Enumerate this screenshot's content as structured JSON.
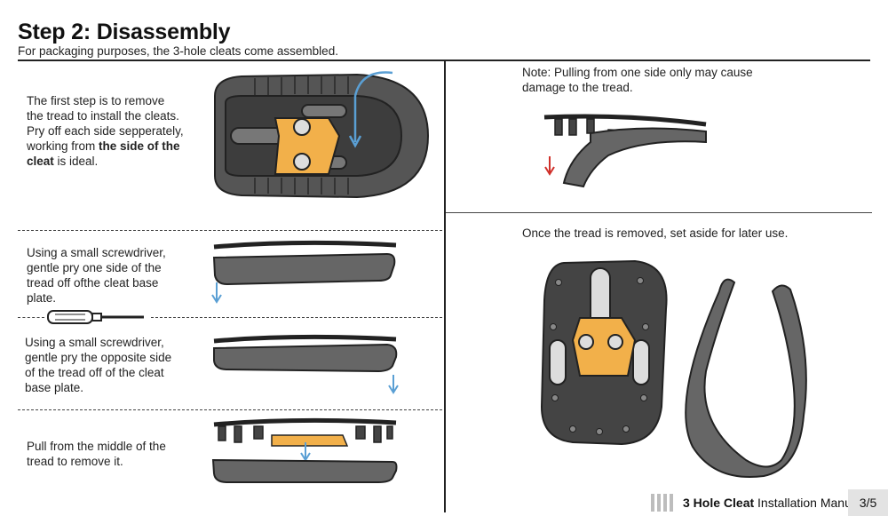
{
  "header": {
    "title": "Step 2: Disassembly",
    "subtitle": "For packaging purposes, the 3-hole cleats come assembled."
  },
  "steps": {
    "step1": {
      "line1": "The first step is to remove",
      "line2": "the tread to install the cleats.",
      "line3": "Pry off each side sepperately,",
      "line4_pre": "working from ",
      "line4_bold": "the side of the",
      "line5_bold": "cleat",
      "line5_post": " is ideal."
    },
    "step2": {
      "line1": "Using a small screwdriver,",
      "line2": "gentle pry one side of the",
      "line3": "tread off ofthe cleat base",
      "line4": "plate."
    },
    "step3": {
      "line1": "Using a small screwdriver,",
      "line2": "gentle pry the opposite side",
      "line3": "of the tread off of the cleat",
      "line4": "base plate."
    },
    "step4": {
      "line1": "Pull from the middle of the",
      "line2": "tread to remove it."
    }
  },
  "right": {
    "note": {
      "line1": "Note: Pulling from one side only may cause",
      "line2": "damage to the tread."
    },
    "final": {
      "line1": "Once the tread is removed, set aside for later use."
    }
  },
  "footer": {
    "label_bold1": "3 Hole Cleat ",
    "label_mid": "I",
    "label_rest": "nstallation Manual",
    "page": "3/5"
  },
  "colors": {
    "cleat": "#f2b04a",
    "tread_dark": "#4a4a4a",
    "tread_mid": "#6a6a6a",
    "arrow_blue": "#5a9fd4",
    "arrow_red": "#d0302a"
  },
  "icons": [
    "screwdriver-icon",
    "arrow-down-icon",
    "curved-arrow-icon"
  ]
}
